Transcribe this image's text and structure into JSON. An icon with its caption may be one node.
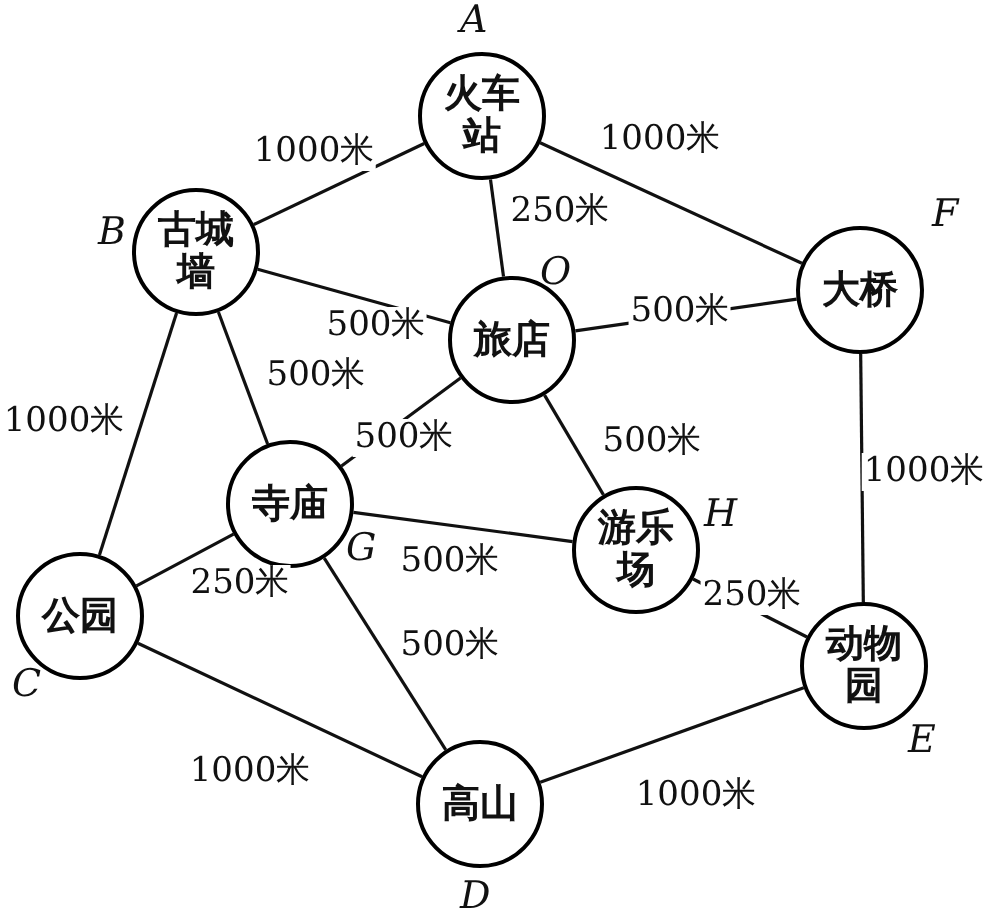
{
  "diagram": {
    "nodes": [
      {
        "text": [
          "火车站"
        ],
        "beside": [
          "A"
        ]
      },
      {
        "text": [
          "古城墙"
        ],
        "beside": [
          "B"
        ]
      },
      {
        "text": [
          "大桥"
        ],
        "beside": [
          "F"
        ]
      },
      {
        "text": [
          "旅店"
        ],
        "beside": [
          "O"
        ]
      },
      {
        "text": [
          "寺庙"
        ],
        "beside": [
          "G"
        ]
      },
      {
        "text": [
          "游乐场"
        ],
        "beside": [
          "H"
        ]
      },
      {
        "text": [
          "公园"
        ],
        "beside": [
          "C"
        ]
      },
      {
        "text": [
          "动物园"
        ],
        "beside": [
          "E"
        ]
      },
      {
        "text": [
          "高山"
        ],
        "beside": [
          "D"
        ]
      }
    ],
    "edges": [
      {
        "from": 0,
        "to": 1,
        "arrow": "none",
        "label": "1000米"
      },
      {
        "from": 0,
        "to": 2,
        "arrow": "none",
        "label": "1000米"
      },
      {
        "from": 0,
        "to": 3,
        "arrow": "none",
        "label": "250米"
      },
      {
        "from": 1,
        "to": 3,
        "arrow": "none",
        "label": "500米"
      },
      {
        "from": 3,
        "to": 2,
        "arrow": "none",
        "label": "500米"
      },
      {
        "from": 1,
        "to": 6,
        "arrow": "none",
        "label": "1000米"
      },
      {
        "from": 1,
        "to": 4,
        "arrow": "none",
        "label": "500米"
      },
      {
        "from": 3,
        "to": 4,
        "arrow": "none",
        "label": "500米"
      },
      {
        "from": 3,
        "to": 5,
        "arrow": "none",
        "label": "500米"
      },
      {
        "from": 2,
        "to": 7,
        "arrow": "none",
        "label": "1000米"
      },
      {
        "from": 4,
        "to": 5,
        "arrow": "none",
        "label": "500米"
      },
      {
        "from": 4,
        "to": 6,
        "arrow": "none",
        "label": "250米"
      },
      {
        "from": 4,
        "to": 8,
        "arrow": "none",
        "label": "500米"
      },
      {
        "from": 5,
        "to": 7,
        "arrow": "none",
        "label": "250米"
      },
      {
        "from": 6,
        "to": 8,
        "arrow": "none",
        "label": "1000米"
      },
      {
        "from": 8,
        "to": 7,
        "arrow": "none",
        "label": "1000米"
      }
    ]
  }
}
